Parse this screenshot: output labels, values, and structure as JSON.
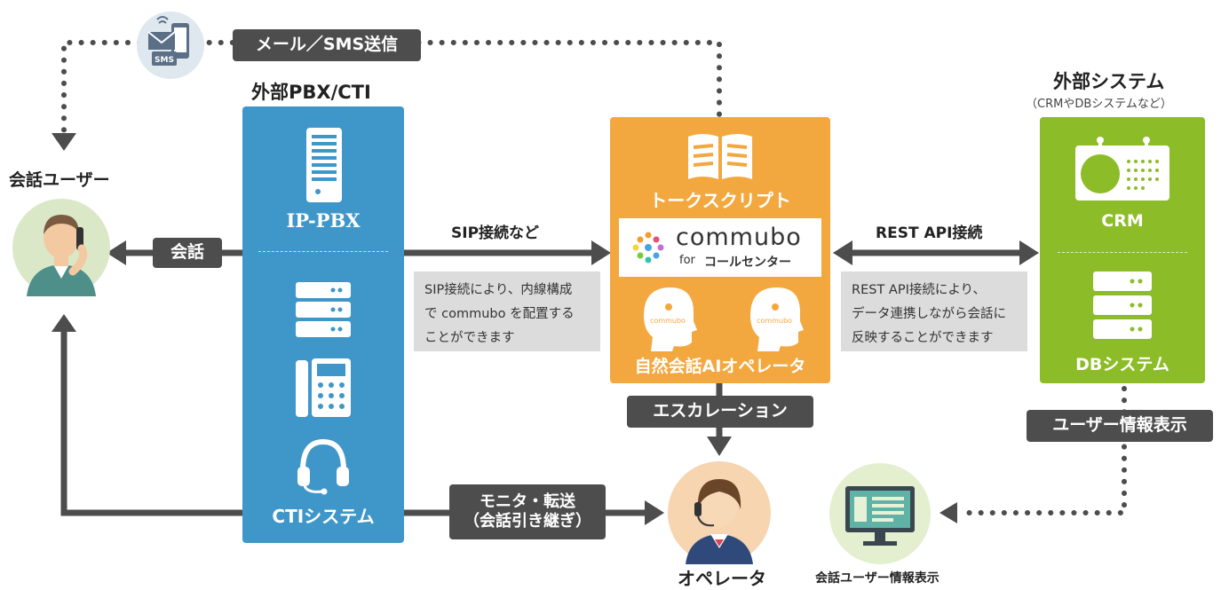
{
  "colors": {
    "blue_panel": "#3f97c9",
    "orange_panel": "#f3a83f",
    "green_panel": "#8cbc27",
    "tag_bg": "#4d4d4d",
    "note_bg": "#dcdcdc",
    "arrow": "#4d4d4d"
  },
  "icons": [
    "sms-email-phone-icon",
    "server-icon",
    "server-stack-icon",
    "desk-phone-icon",
    "headset-icon",
    "book-icon",
    "ai-head-icon",
    "crm-dashboard-icon",
    "database-icon",
    "monitor-icon",
    "customer-on-phone-avatar",
    "operator-avatar"
  ],
  "top": {
    "sms_label": "メール／SMS送信"
  },
  "user": {
    "title": "会話ユーザー"
  },
  "pbx": {
    "title": "外部PBX/CTI",
    "ippbx_label": "IP-PBX",
    "cti_label": "CTIシステム"
  },
  "links": {
    "conversation": "会話",
    "sip_label": "SIP接続など",
    "sip_note": "SIP接続により、内線構成\nで commubo を配置する\nことができます",
    "rest_label": "REST API接続",
    "rest_note": "REST API接続により、\nデータ連携しながら会話に\n反映することができます",
    "escalation": "エスカレーション",
    "monitor_transfer": "モニタ・転送\n（会話引き継ぎ）",
    "user_info_display": "ユーザー情報表示"
  },
  "commubo": {
    "talk_script": "トークスクリプト",
    "logo_name": "commubo",
    "logo_for": "for",
    "logo_sub": "コールセンター",
    "head_label": "commubo",
    "ai_operator": "自然会話AIオペレータ"
  },
  "external": {
    "title": "外部システム",
    "subtitle": "（CRMやDBシステムなど）",
    "crm_label": "CRM",
    "db_label": "DBシステム"
  },
  "operator": {
    "title": "オペレータ"
  },
  "monitor": {
    "title": "会話ユーザー情報表示"
  }
}
